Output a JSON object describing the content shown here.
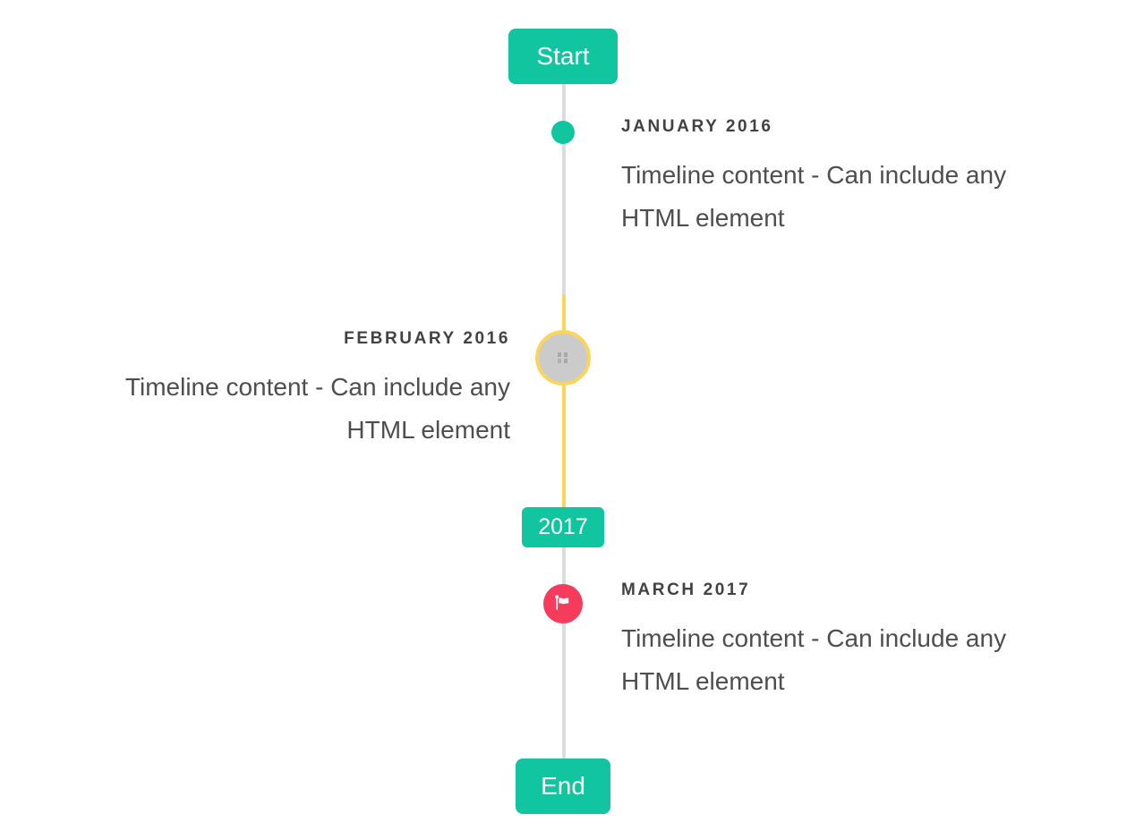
{
  "timeline": {
    "start_flag_label": "Start",
    "year_flag_label": "2017",
    "end_flag_label": "End",
    "entries": [
      {
        "title": "JANUARY 2016",
        "side": "right",
        "marker": "teal-dot",
        "content_lines": [
          "Timeline content - Can include any",
          "HTML element"
        ]
      },
      {
        "title": "FEBRUARY 2016",
        "side": "left",
        "marker": "gray-disc-with-yellow-ring-broken-image",
        "content_lines": [
          "Timeline content - Can include any",
          "HTML element"
        ]
      },
      {
        "title": "MARCH 2017",
        "side": "right",
        "marker": "red-circle-flag-icon",
        "content_lines": [
          "Timeline content - Can include any",
          "HTML element"
        ]
      }
    ],
    "colors": {
      "accent_teal": "#10C5A0",
      "highlight_yellow": "#FAD55C",
      "marker_red": "#F73B5C",
      "line_gray": "#DCDCDC",
      "disc_gray": "#CBCBCB",
      "title_text": "#424242",
      "content_text": "#4E4E4E",
      "flag_text": "#FFFFFF",
      "background": "#FFFFFF"
    }
  }
}
